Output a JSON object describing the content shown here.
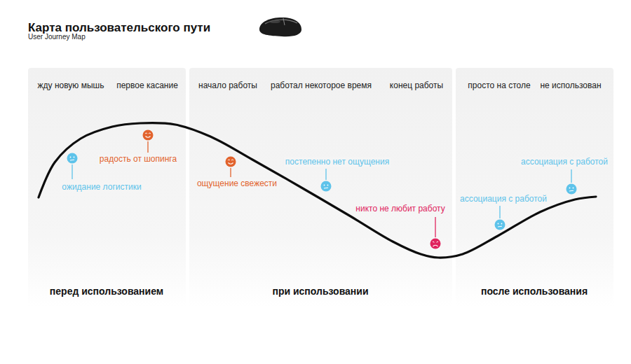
{
  "diagram": {
    "title": "Карта пользовательского пути",
    "nodes": [
      {
        "text": [
          "жду новую мышь",
          "первое касание",
          "перед использованием"
        ]
      },
      {
        "text": [
          "начало работы",
          "работал некоторое время",
          "конец работы",
          "при использовании"
        ]
      },
      {
        "text": [
          "просто на столе",
          "не использован",
          "после использования"
        ]
      }
    ],
    "labels": [
      "User Journey Map",
      "ожидание логистики",
      "радость от шопинга",
      "ощущение свежести",
      "постепенно нет ощущения",
      "никто не любит работу",
      "ассоциация с работой",
      "ассоциация с работой"
    ]
  }
}
